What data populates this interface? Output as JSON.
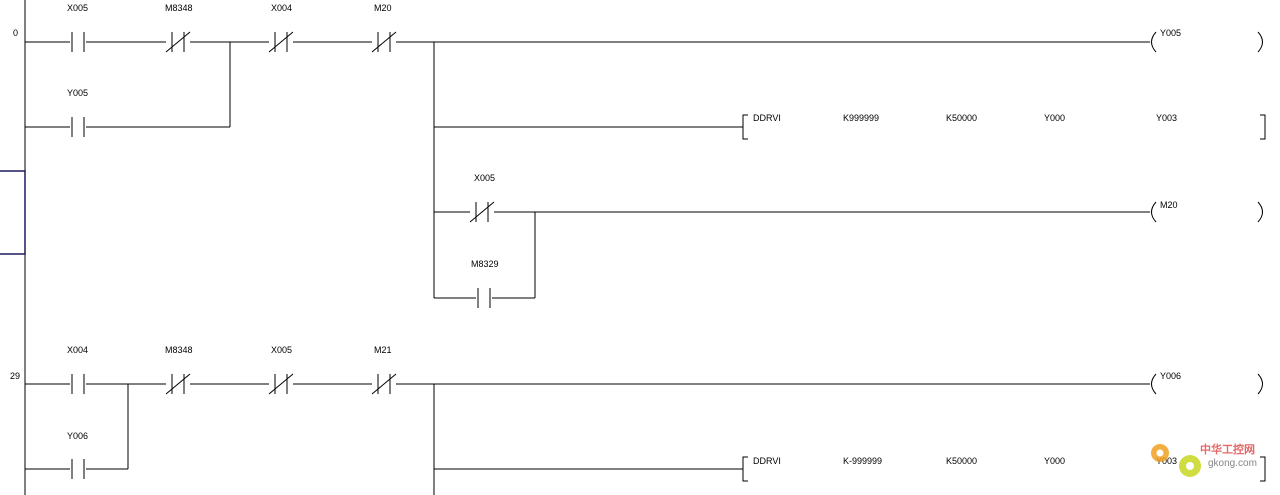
{
  "rungs": [
    {
      "step": "0",
      "contacts": [
        {
          "label": "X005",
          "type": "NO"
        },
        {
          "label": "M8348",
          "type": "NC"
        },
        {
          "label": "X004",
          "type": "NC"
        },
        {
          "label": "M20",
          "type": "NC"
        },
        {
          "label": "Y005",
          "type": "NO"
        },
        {
          "label": "X005",
          "type": "NC"
        },
        {
          "label": "M8329",
          "type": "NO"
        }
      ],
      "coils": [
        {
          "label": "Y005"
        },
        {
          "label": "M20"
        }
      ],
      "instruction": {
        "name": "DDRVI",
        "operands": [
          "K999999",
          "K50000",
          "Y000",
          "Y003"
        ]
      }
    },
    {
      "step": "29",
      "contacts": [
        {
          "label": "X004",
          "type": "NO"
        },
        {
          "label": "M8348",
          "type": "NC"
        },
        {
          "label": "X005",
          "type": "NC"
        },
        {
          "label": "M21",
          "type": "NC"
        },
        {
          "label": "Y006",
          "type": "NO"
        }
      ],
      "coils": [
        {
          "label": "Y006"
        }
      ],
      "instruction": {
        "name": "DDRVI",
        "operands": [
          "K-999999",
          "K50000",
          "Y000",
          "Y003"
        ]
      }
    }
  ],
  "watermark": {
    "cn_text": "中华工控网",
    "url_text": "gkong.com"
  }
}
